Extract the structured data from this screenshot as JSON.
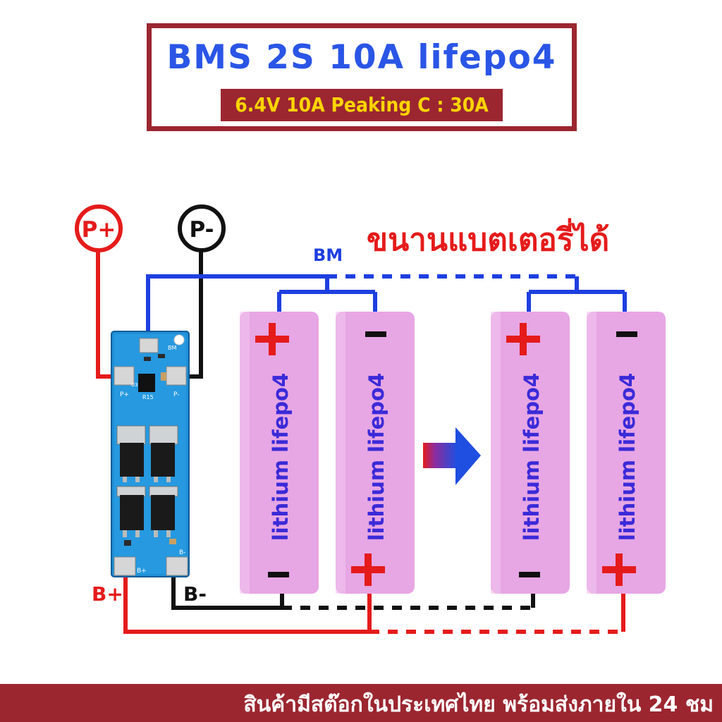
{
  "title": "BMS 2S 10A lifepo4",
  "subtitle": "6.4V 10A Peaking C : 30A",
  "labels": {
    "p_plus": "P+",
    "p_minus": "P-",
    "bm": "BM",
    "b_plus": "B+",
    "b_minus": "B-",
    "parallel_note": "ขนานแบตเตอรี่ได้"
  },
  "board_labels": {
    "p_plus": "P+",
    "p_minus": "P-",
    "b_plus": "B+",
    "b_minus": "B-",
    "bm": "BM",
    "r15": "R15",
    "u3": "U3"
  },
  "cells": [
    {
      "text": "lithium lifepo4",
      "top_sign": "+",
      "bottom_sign": "-"
    },
    {
      "text": "lithium lifepo4",
      "top_sign": "-",
      "bottom_sign": "+"
    },
    {
      "text": "lithium lifepo4",
      "top_sign": "+",
      "bottom_sign": "-"
    },
    {
      "text": "lithium lifepo4",
      "top_sign": "-",
      "bottom_sign": "+"
    }
  ],
  "footer": "สินค้ามีสต๊อกในประเทศไทย พร้อมส่งภายใน 24 ชม",
  "colors": {
    "brand_red": "#9b2630",
    "title_blue": "#2a55e6",
    "subtitle_yellow": "#ffd400",
    "wire_red": "#e51b1b",
    "wire_blue": "#1e3fe0",
    "wire_black": "#111111",
    "cell_pink": "#e7a6e4",
    "pcb_blue": "#1f8fd6",
    "arrow_blue": "#1f4fe0"
  }
}
